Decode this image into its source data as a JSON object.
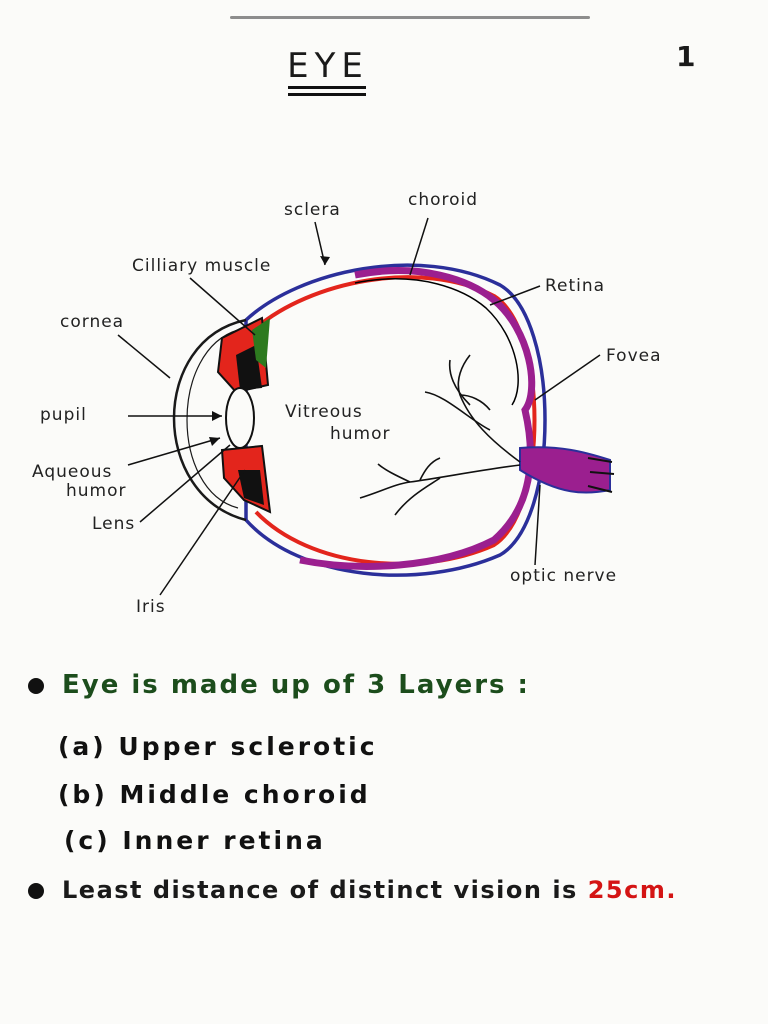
{
  "title": "EYE",
  "page_number": "1",
  "labels": {
    "sclera": "sclera",
    "choroid": "choroid",
    "ciliary_muscle": "Cilliary muscle",
    "retina": "Retina",
    "cornea": "cornea",
    "fovea": "Fovea",
    "pupil": "pupil",
    "vitreous_1": "Vitreous",
    "vitreous_2": "humor",
    "aqueous_1": "Aqueous",
    "aqueous_2": "humor",
    "lens": "Lens",
    "optic_nerve": "optic nerve",
    "iris": "Iris"
  },
  "notes": {
    "bullet1": "Eye is made up of 3 Layers :",
    "item_a": "(a) Upper sclerotic",
    "item_b": "(b) Middle choroid",
    "item_c": "(c) Inner retina",
    "bullet2_prefix": "Least distance of distinct vision is",
    "bullet2_value": "25cm."
  },
  "colors": {
    "sclera": "#2b2f9a",
    "choroid": "#e3251c",
    "retina": "#9b1f8f",
    "iris_green": "#2d7a1f",
    "highlight_red": "#d41414"
  }
}
